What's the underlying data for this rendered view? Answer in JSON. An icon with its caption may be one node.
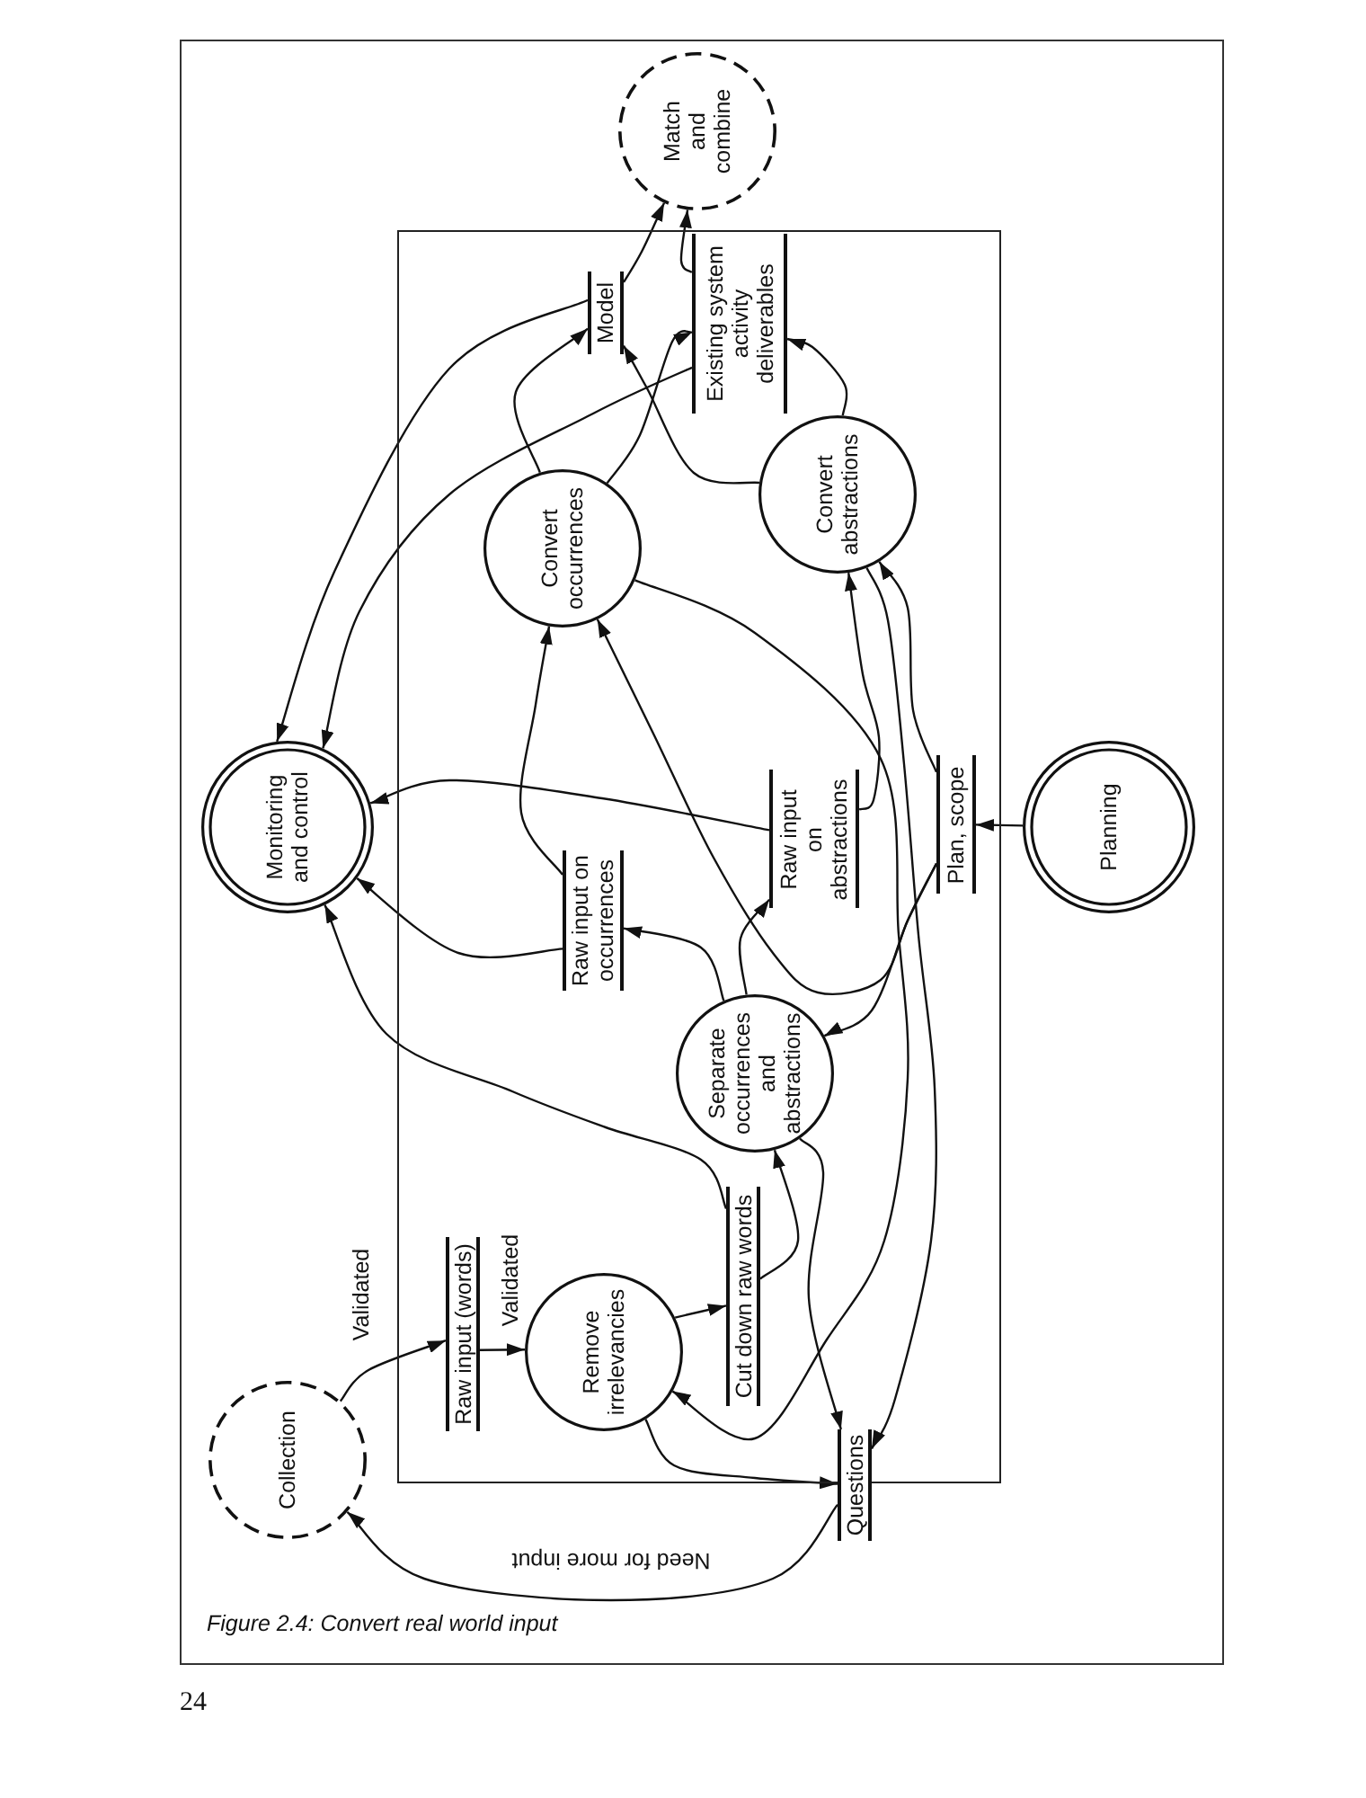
{
  "diagram": {
    "caption": "Figure 2.4: Convert real world input",
    "nodes": [
      {
        "text": [],
        "shape": "box"
      },
      {
        "text": [
          "Collection"
        ]
      },
      {
        "text": [
          "Raw input (words)"
        ],
        "in": 0
      },
      {
        "text": [
          "Remove irrelevancies"
        ],
        "in": 0
      },
      {
        "text": [
          "Questions"
        ]
      },
      {
        "text": [
          "Cut down raw words"
        ],
        "in": 0
      },
      {
        "text": [
          "Separate occurrences and abstractions"
        ],
        "in": 0
      },
      {
        "text": [
          "Raw input on occurrences"
        ],
        "in": 0
      },
      {
        "text": [
          "Raw input on abstractions"
        ],
        "in": 0
      },
      {
        "text": [
          "Plan, scope"
        ],
        "in": 0
      },
      {
        "text": [
          "Planning"
        ]
      },
      {
        "text": [
          "Monitoring and control"
        ]
      },
      {
        "text": [
          "Convert occurrences"
        ],
        "in": 0
      },
      {
        "text": [
          "Convert abstractions"
        ],
        "in": 0
      },
      {
        "text": [
          "Model"
        ],
        "in": 0
      },
      {
        "text": [
          "Existing system activity deliverables"
        ],
        "in": 0
      },
      {
        "text": [
          "Match and combine"
        ]
      }
    ],
    "edges": [
      {
        "from": 1,
        "to": 2,
        "arrow": "to",
        "label": "Validated"
      },
      {
        "from": 2,
        "to": 3,
        "arrow": "to",
        "label": "Validated"
      },
      {
        "from": 3,
        "to": 5,
        "arrow": "to"
      },
      {
        "from": 3,
        "to": 4,
        "arrow": "to"
      },
      {
        "from": 4,
        "to": 1,
        "arrow": "to",
        "label": "Need for more input"
      },
      {
        "from": 5,
        "to": 6,
        "arrow": "to"
      },
      {
        "from": 5,
        "to": 11,
        "arrow": "to"
      },
      {
        "from": 6,
        "to": 7,
        "arrow": "to"
      },
      {
        "from": 6,
        "to": 8,
        "arrow": "to"
      },
      {
        "from": 6,
        "to": 4,
        "arrow": "to"
      },
      {
        "from": 7,
        "to": 12,
        "arrow": "to"
      },
      {
        "from": 7,
        "to": 11,
        "arrow": "to"
      },
      {
        "from": 8,
        "to": 11,
        "arrow": "to"
      },
      {
        "from": 8,
        "to": 13,
        "arrow": "to"
      },
      {
        "from": 10,
        "to": 9,
        "arrow": "to"
      },
      {
        "from": 9,
        "to": 6,
        "arrow": "to"
      },
      {
        "from": 9,
        "to": 13,
        "arrow": "to"
      },
      {
        "from": 9,
        "to": 12,
        "arrow": "to"
      },
      {
        "from": 12,
        "to": 14,
        "arrow": "to"
      },
      {
        "from": 12,
        "to": 15,
        "arrow": "to"
      },
      {
        "from": 13,
        "to": 15,
        "arrow": "to"
      },
      {
        "from": 13,
        "to": 14,
        "arrow": "to"
      },
      {
        "from": 14,
        "to": 16,
        "arrow": "to"
      },
      {
        "from": 15,
        "to": 16,
        "arrow": "to"
      },
      {
        "from": 14,
        "to": 11,
        "arrow": "to"
      },
      {
        "from": 15,
        "to": 11,
        "arrow": "to"
      },
      {
        "from": 12,
        "to": 3,
        "arrow": "to"
      },
      {
        "from": 13,
        "to": 4,
        "arrow": "to"
      }
    ],
    "labels": [
      "24"
    ]
  }
}
